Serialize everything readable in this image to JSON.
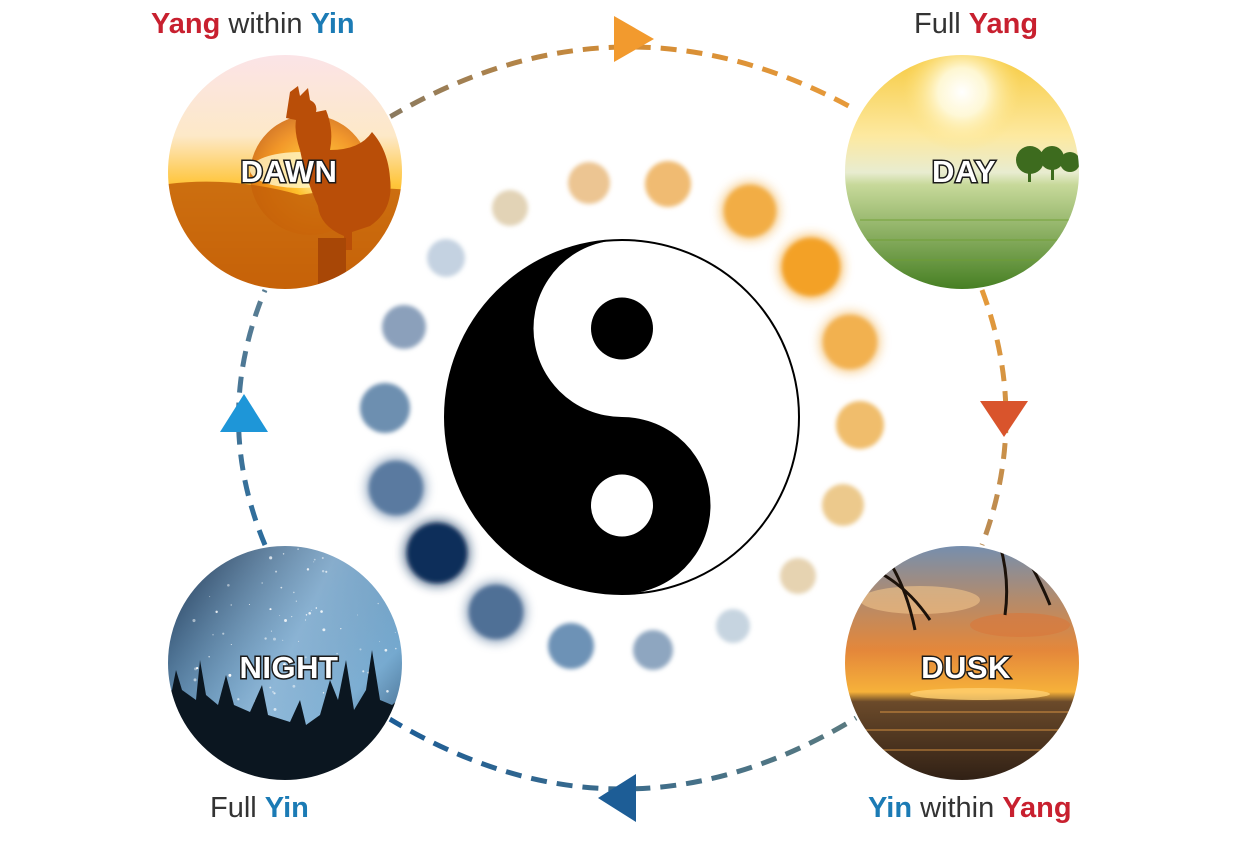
{
  "phases": {
    "dawn": {
      "label": "DAWN"
    },
    "day": {
      "label": "DAY"
    },
    "dusk": {
      "label": "DUSK"
    },
    "night": {
      "label": "NIGHT"
    }
  },
  "captions": {
    "dawn": {
      "part1": "Yang",
      "part2": " within ",
      "part3": "Yin"
    },
    "day": {
      "part1": "Full ",
      "part2": "Yang"
    },
    "dusk": {
      "part1": "Yin",
      "part2": " within ",
      "part3": "Yang"
    },
    "night": {
      "part1": "Full ",
      "part2": "Yin"
    }
  },
  "colors": {
    "yang": "#c8202f",
    "yin": "#1b7bb5",
    "text": "#333333",
    "arrow_orange": "#f29a2e",
    "arrow_red": "#d9542c",
    "arrow_blue_light": "#1e96d8",
    "arrow_blue_dark": "#1d5d96"
  },
  "icons": {
    "center": "yin-yang-icon",
    "cycle_arrows": [
      "arrow-right-icon",
      "arrow-down-icon",
      "arrow-left-icon",
      "arrow-up-icon"
    ]
  }
}
